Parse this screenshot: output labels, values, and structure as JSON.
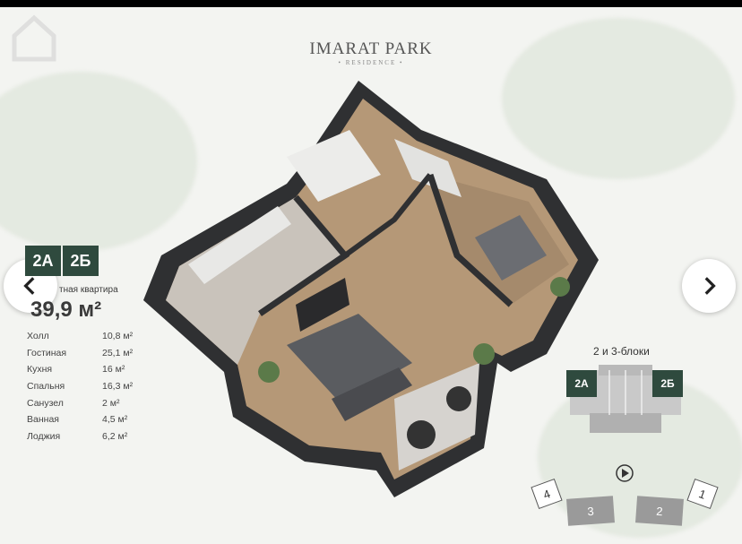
{
  "header": {
    "brand": "IMARAT PARK",
    "brand_sub": "• RESIDENCE •"
  },
  "apartment": {
    "block_tags": [
      "2A",
      "2Б"
    ],
    "type_label": "тная квартира",
    "area": "39,9 м²",
    "rooms": [
      {
        "name": "Холл",
        "area": "10,8 м²"
      },
      {
        "name": "Гостиная",
        "area": "25,1 м²"
      },
      {
        "name": "Кухня",
        "area": "16 м²"
      },
      {
        "name": "Спальня",
        "area": "16,3 м²"
      },
      {
        "name": "Санузел",
        "area": "2 м²"
      },
      {
        "name": "Ванная",
        "area": "4,5 м²"
      },
      {
        "name": "Лоджия",
        "area": "6,2 м²"
      }
    ]
  },
  "blocks_panel": {
    "title": "2 и 3-блоки",
    "left_tag": "2A",
    "right_tag": "2Б"
  },
  "site_plan": {
    "labels": [
      "4",
      "3",
      "2",
      "1"
    ]
  },
  "icons": {
    "prev": "chevron-left-icon",
    "next": "chevron-right-icon",
    "compass": "compass-icon",
    "watermark": "home-icon"
  },
  "colors": {
    "accent": "#2f4a3e",
    "background": "#f3f4f1",
    "wall": "#3b3b3d",
    "floor": "#b79a7a"
  }
}
